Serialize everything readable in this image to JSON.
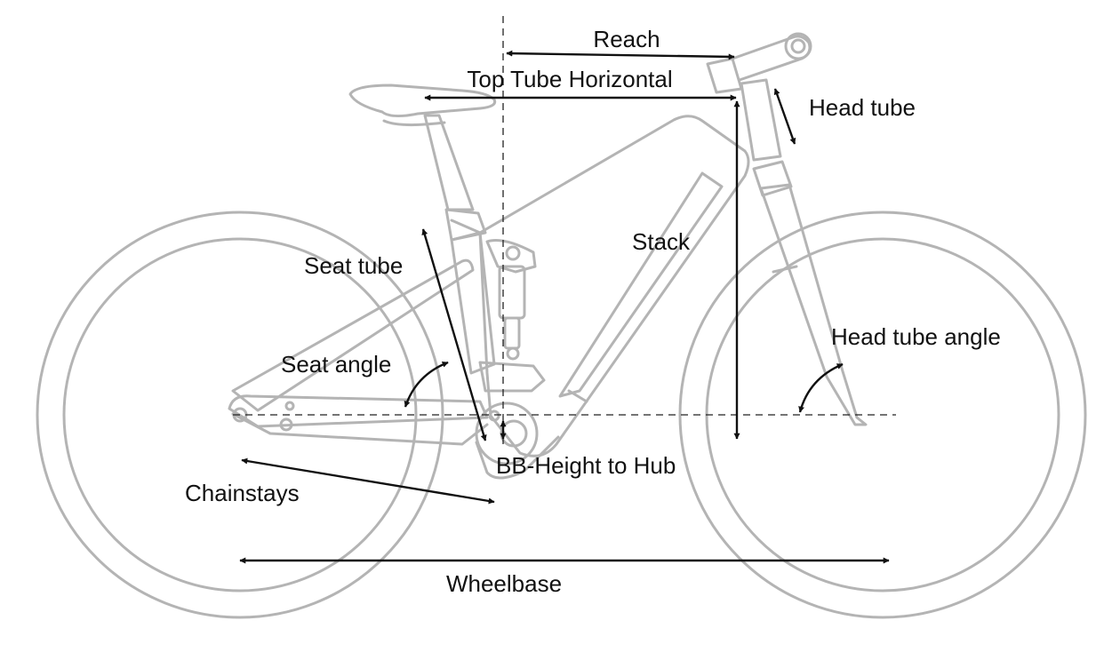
{
  "labels": {
    "reach": "Reach",
    "top_tube_horizontal": "Top Tube Horizontal",
    "head_tube": "Head tube",
    "stack": "Stack",
    "seat_tube": "Seat tube",
    "head_tube_angle": "Head tube angle",
    "seat_angle": "Seat angle",
    "bb_height_to_hub": "BB-Height to Hub",
    "chainstays": "Chainstays",
    "wheelbase": "Wheelbase"
  },
  "colors": {
    "frame_outline": "#b4b4b4",
    "dimension_lines": "#111111",
    "background": "#ffffff"
  }
}
